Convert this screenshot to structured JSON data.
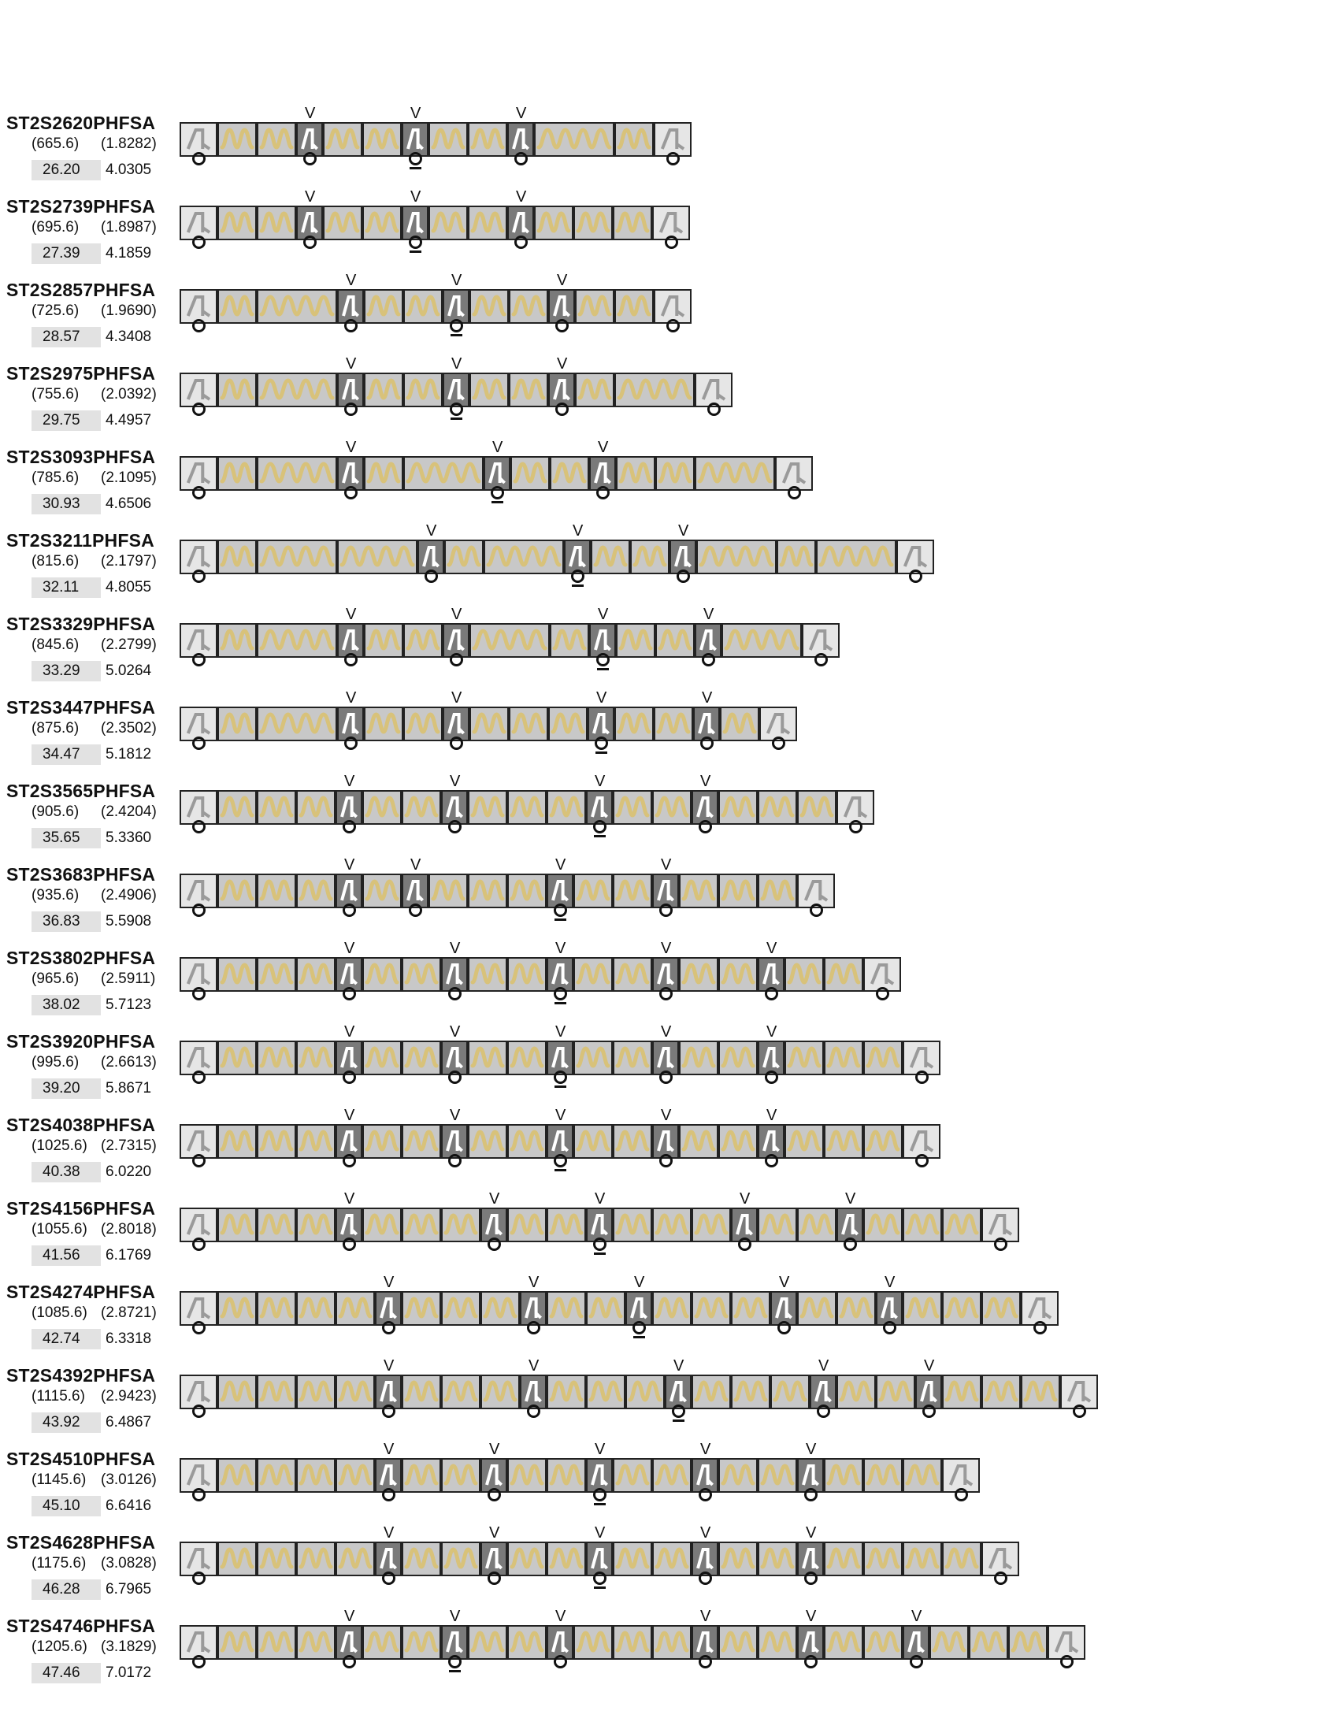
{
  "entries": [
    {
      "name": "ST2S2620PHFSA",
      "sub1": "(665.6)",
      "sub2": "(1.8282)",
      "val1": "26.20",
      "val2": "4.0305",
      "segs": [
        1,
        1,
        0,
        1,
        1,
        0,
        1,
        1,
        0,
        2,
        1
      ],
      "v_after": [
        2,
        4,
        6
      ],
      "o_ul_index": 2
    },
    {
      "name": "ST2S2739PHFSA",
      "sub1": "(695.6)",
      "sub2": "(1.8987)",
      "val1": "27.39",
      "val2": "4.1859",
      "segs": [
        1,
        1,
        0,
        1,
        1,
        0,
        1,
        1,
        0,
        1,
        1,
        1
      ],
      "v_after": [
        2,
        4,
        6
      ],
      "o_ul_index": 2
    },
    {
      "name": "ST2S2857PHFSA",
      "sub1": "(725.6)",
      "sub2": "(1.9690)",
      "val1": "28.57",
      "val2": "4.3408",
      "segs": [
        1,
        2,
        0,
        1,
        1,
        0,
        1,
        1,
        0,
        1,
        1
      ],
      "v_after": [
        2,
        4,
        6
      ],
      "o_ul_index": 2
    },
    {
      "name": "ST2S2975PHFSA",
      "sub1": "(755.6)",
      "sub2": "(2.0392)",
      "val1": "29.75",
      "val2": "4.4957",
      "segs": [
        1,
        2,
        0,
        1,
        1,
        0,
        1,
        1,
        0,
        1,
        2
      ],
      "v_after": [
        2,
        4,
        6
      ],
      "o_ul_index": 2
    },
    {
      "name": "ST2S3093PHFSA",
      "sub1": "(785.6)",
      "sub2": "(2.1095)",
      "val1": "30.93",
      "val2": "4.6506",
      "segs": [
        1,
        2,
        0,
        1,
        2,
        0,
        1,
        1,
        0,
        1,
        1,
        2
      ],
      "v_after": [
        2,
        4,
        6
      ],
      "o_ul_index": 2
    },
    {
      "name": "ST2S3211PHFSA",
      "sub1": "(815.6)",
      "sub2": "(2.1797)",
      "val1": "32.11",
      "val2": "4.8055",
      "segs": [
        1,
        2,
        2,
        0,
        1,
        2,
        0,
        1,
        1,
        0,
        2,
        1,
        2
      ],
      "v_after": [
        2,
        4,
        6
      ],
      "o_ul_index": 2
    },
    {
      "name": "ST2S3329PHFSA",
      "sub1": "(845.6)",
      "sub2": "(2.2799)",
      "val1": "33.29",
      "val2": "5.0264",
      "segs": [
        1,
        2,
        0,
        1,
        1,
        0,
        2,
        1,
        0,
        1,
        1,
        0,
        2
      ],
      "v_after": [
        1,
        3,
        5,
        7
      ],
      "o_ul_index": 3
    },
    {
      "name": "ST2S3447PHFSA",
      "sub1": "(875.6)",
      "sub2": "(2.3502)",
      "val1": "34.47",
      "val2": "5.1812",
      "segs": [
        1,
        2,
        0,
        1,
        1,
        0,
        1,
        1,
        1,
        0,
        1,
        1,
        0,
        1
      ],
      "v_after": [
        1,
        3,
        5,
        7
      ],
      "o_ul_index": 3
    },
    {
      "name": "ST2S3565PHFSA",
      "sub1": "(905.6)",
      "sub2": "(2.4204)",
      "val1": "35.65",
      "val2": "5.3360",
      "segs": [
        1,
        1,
        1,
        0,
        1,
        1,
        0,
        1,
        1,
        1,
        0,
        1,
        1,
        0,
        1,
        1,
        1
      ],
      "v_after": [
        2,
        4,
        6,
        8
      ],
      "o_ul_index": 3
    },
    {
      "name": "ST2S3683PHFSA",
      "sub1": "(935.6)",
      "sub2": "(2.4906)",
      "val1": "36.83",
      "val2": "5.5908",
      "segs": [
        1,
        1,
        1,
        0,
        1,
        0,
        1,
        1,
        1,
        0,
        1,
        1,
        0,
        1,
        1,
        1
      ],
      "v_after": [
        2,
        4,
        6,
        8
      ],
      "o_ul_index": 3
    },
    {
      "name": "ST2S3802PHFSA",
      "sub1": "(965.6)",
      "sub2": "(2.5911)",
      "val1": "38.02",
      "val2": "5.7123",
      "segs": [
        1,
        1,
        1,
        0,
        1,
        1,
        0,
        1,
        1,
        0,
        1,
        1,
        0,
        1,
        1,
        0,
        1,
        1
      ],
      "v_after": [
        2,
        4,
        6,
        8,
        10
      ],
      "o_ul_index": 3
    },
    {
      "name": "ST2S3920PHFSA",
      "sub1": "(995.6)",
      "sub2": "(2.6613)",
      "val1": "39.20",
      "val2": "5.8671",
      "segs": [
        1,
        1,
        1,
        0,
        1,
        1,
        0,
        1,
        1,
        0,
        1,
        1,
        0,
        1,
        1,
        0,
        1,
        1,
        1
      ],
      "v_after": [
        2,
        4,
        6,
        8,
        10
      ],
      "o_ul_index": 3
    },
    {
      "name": "ST2S4038PHFSA",
      "sub1": "(1025.6)",
      "sub2": "(2.7315)",
      "val1": "40.38",
      "val2": "6.0220",
      "segs": [
        1,
        1,
        1,
        0,
        1,
        1,
        0,
        1,
        1,
        0,
        1,
        1,
        0,
        1,
        1,
        0,
        1,
        1,
        1
      ],
      "v_after": [
        2,
        4,
        6,
        8,
        10
      ],
      "o_ul_index": 3
    },
    {
      "name": "ST2S4156PHFSA",
      "sub1": "(1055.6)",
      "sub2": "(2.8018)",
      "val1": "41.56",
      "val2": "6.1769",
      "segs": [
        1,
        1,
        1,
        0,
        1,
        1,
        1,
        0,
        1,
        1,
        0,
        1,
        1,
        1,
        0,
        1,
        1,
        0,
        1,
        1,
        1
      ],
      "v_after": [
        2,
        4,
        6,
        8,
        10
      ],
      "o_ul_index": 3
    },
    {
      "name": "ST2S4274PHFSA",
      "sub1": "(1085.6)",
      "sub2": "(2.8721)",
      "val1": "42.74",
      "val2": "6.3318",
      "segs": [
        1,
        1,
        1,
        1,
        0,
        1,
        1,
        1,
        0,
        1,
        1,
        0,
        1,
        1,
        1,
        0,
        1,
        1,
        0,
        1,
        1,
        1
      ],
      "v_after": [
        2,
        4,
        6,
        8,
        10
      ],
      "o_ul_index": 3
    },
    {
      "name": "ST2S4392PHFSA",
      "sub1": "(1115.6)",
      "sub2": "(2.9423)",
      "val1": "43.92",
      "val2": "6.4867",
      "segs": [
        1,
        1,
        1,
        1,
        0,
        1,
        1,
        1,
        0,
        1,
        1,
        1,
        0,
        1,
        1,
        1,
        0,
        1,
        1,
        0,
        1,
        1,
        1
      ],
      "v_after": [
        2,
        4,
        6,
        8,
        10
      ],
      "o_ul_index": 3
    },
    {
      "name": "ST2S4510PHFSA",
      "sub1": "(1145.6)",
      "sub2": "(3.0126)",
      "val1": "45.10",
      "val2": "6.6416",
      "segs": [
        1,
        1,
        1,
        1,
        0,
        1,
        1,
        0,
        1,
        1,
        0,
        1,
        1,
        0,
        1,
        1,
        0,
        1,
        1,
        1
      ],
      "v_after": [
        2,
        4,
        6,
        8,
        10
      ],
      "o_ul_index": 3
    },
    {
      "name": "ST2S4628PHFSA",
      "sub1": "(1175.6)",
      "sub2": "(3.0828)",
      "val1": "46.28",
      "val2": "6.7965",
      "segs": [
        1,
        1,
        1,
        1,
        0,
        1,
        1,
        0,
        1,
        1,
        0,
        1,
        1,
        0,
        1,
        1,
        0,
        1,
        1,
        1,
        1
      ],
      "v_after": [
        2,
        4,
        6,
        8,
        10
      ],
      "o_ul_index": 3
    },
    {
      "name": "ST2S4746PHFSA",
      "sub1": "(1205.6)",
      "sub2": "(3.1829)",
      "val1": "47.46",
      "val2": "7.0172",
      "segs": [
        1,
        1,
        1,
        0,
        1,
        1,
        0,
        1,
        1,
        0,
        1,
        1,
        1,
        0,
        1,
        1,
        0,
        1,
        1,
        0,
        1,
        1,
        1
      ],
      "v_after": [
        2,
        4,
        6,
        8,
        10,
        12
      ],
      "o_ul_index": 2
    }
  ],
  "marks": {
    "v": "V"
  },
  "colors": {
    "end_block": "#e6e6e6",
    "seg_block": "#c8c8c8",
    "mid_block": "#7a7a7a",
    "wave": "#d8c27a",
    "glyph": "#ffffff"
  }
}
